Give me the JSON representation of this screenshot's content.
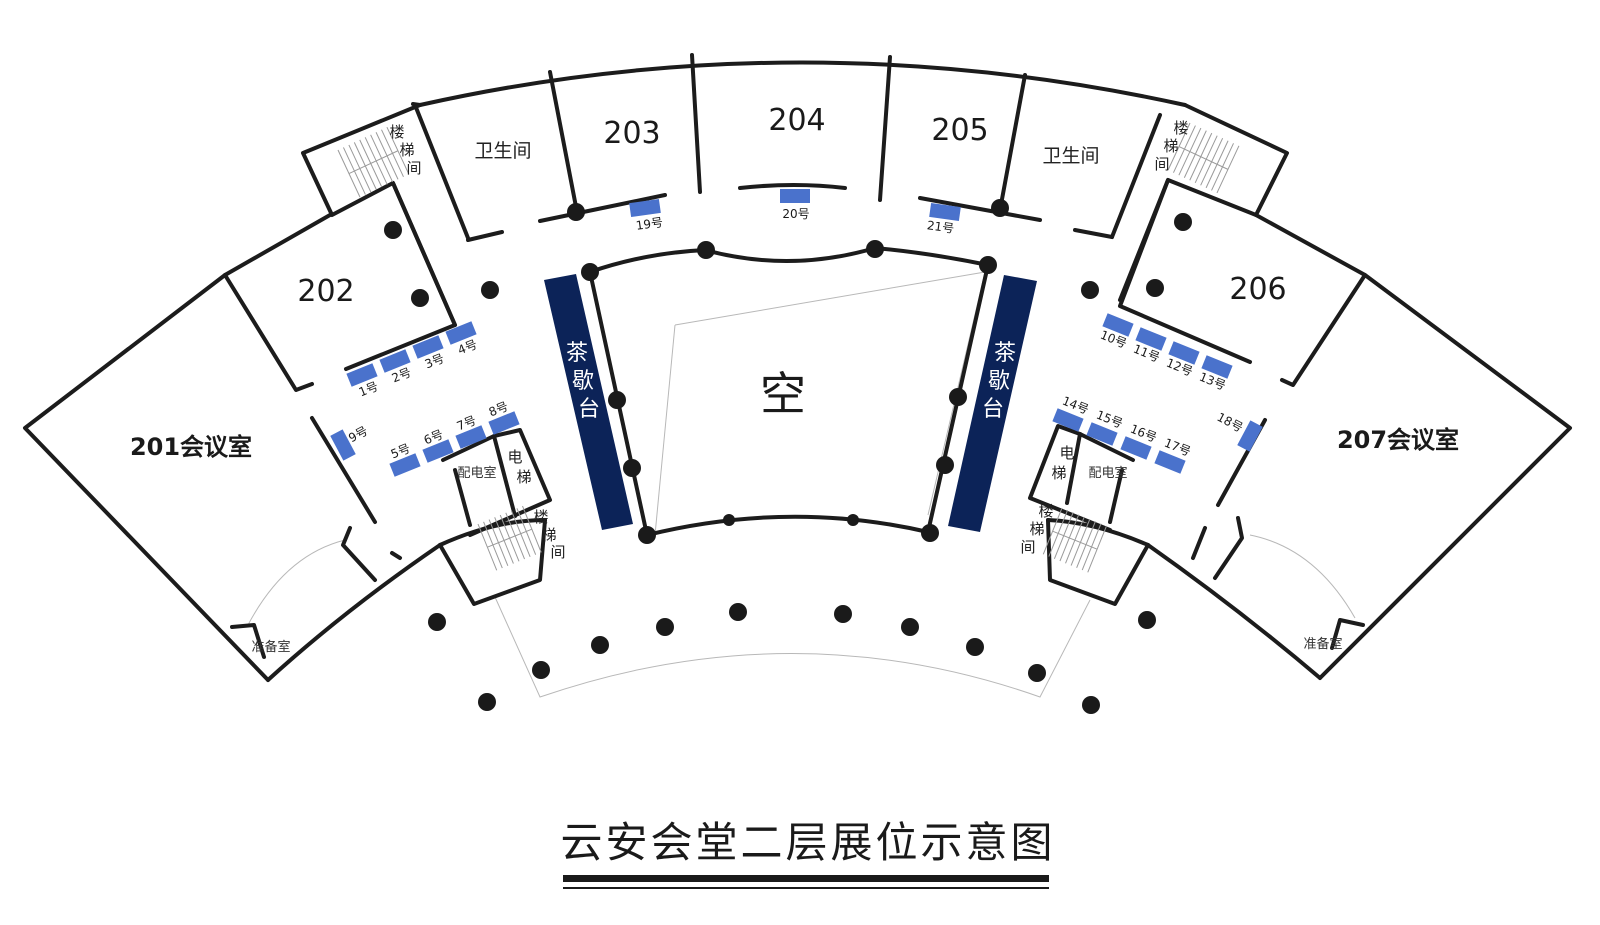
{
  "title": "云安会堂二层展位示意图",
  "rooms": {
    "r201": "201会议室",
    "r202": "202",
    "r203": "203",
    "r204": "204",
    "r205": "205",
    "r206": "206",
    "r207": "207会议室"
  },
  "labels": {
    "restroom_left": "卫生间",
    "restroom_right": "卫生间",
    "stair_top_left": [
      "楼",
      "梯",
      "间"
    ],
    "stair_top_right": [
      "楼",
      "梯",
      "间"
    ],
    "stair_bottom_left": [
      "楼",
      "梯",
      "间"
    ],
    "stair_bottom_right": [
      "楼",
      "梯",
      "间"
    ],
    "elevator_left": [
      "电",
      "梯"
    ],
    "elevator_right": [
      "电",
      "梯"
    ],
    "power_room_left": "配电室",
    "power_room_right": "配电室",
    "prep_room_left": "准备室",
    "prep_room_right": "准备室",
    "void": "空",
    "tea_left": [
      "茶",
      "歇",
      "台"
    ],
    "tea_right": [
      "茶",
      "歇",
      "台"
    ]
  },
  "booths": [
    "1号",
    "2号",
    "3号",
    "4号",
    "5号",
    "6号",
    "7号",
    "8号",
    "9号",
    "10号",
    "11号",
    "12号",
    "13号",
    "14号",
    "15号",
    "16号",
    "17号",
    "18号",
    "19号",
    "20号",
    "21号"
  ],
  "colors": {
    "booth": "#4a72cc",
    "tea_counter": "#0c2358",
    "wall": "#1c1c1c",
    "column": "#1a1a1a"
  }
}
